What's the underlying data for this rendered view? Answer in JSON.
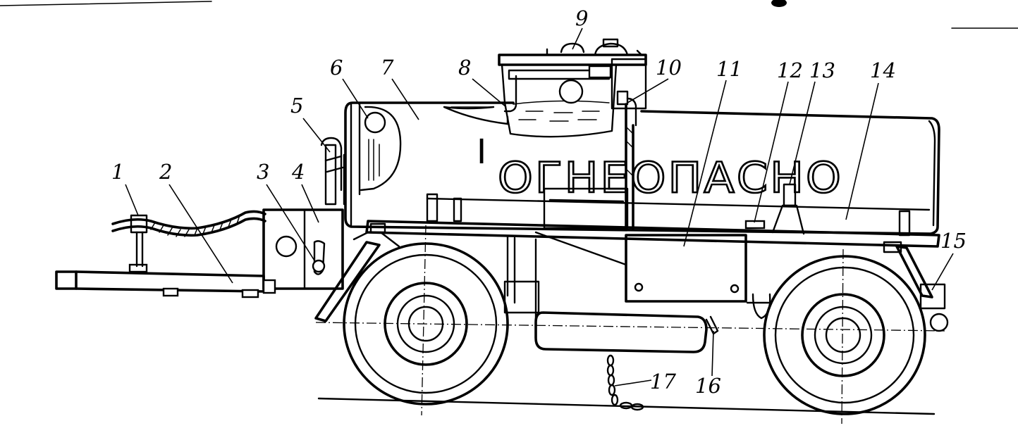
{
  "tank_inscription": "ОГНЕОПАСНО",
  "tank_marker": "I",
  "callouts": [
    {
      "id": 1,
      "label": "1"
    },
    {
      "id": 2,
      "label": "2"
    },
    {
      "id": 3,
      "label": "3"
    },
    {
      "id": 4,
      "label": "4"
    },
    {
      "id": 5,
      "label": "5"
    },
    {
      "id": 6,
      "label": "6"
    },
    {
      "id": 7,
      "label": "7"
    },
    {
      "id": 8,
      "label": "8"
    },
    {
      "id": 9,
      "label": "9"
    },
    {
      "id": 10,
      "label": "10"
    },
    {
      "id": 11,
      "label": "11"
    },
    {
      "id": 12,
      "label": "12"
    },
    {
      "id": 13,
      "label": "13"
    },
    {
      "id": 14,
      "label": "14"
    },
    {
      "id": 15,
      "label": "15"
    },
    {
      "id": 16,
      "label": "16"
    },
    {
      "id": 17,
      "label": "17"
    }
  ],
  "colors": {
    "ink": "#000000",
    "paper": "#ffffff"
  }
}
